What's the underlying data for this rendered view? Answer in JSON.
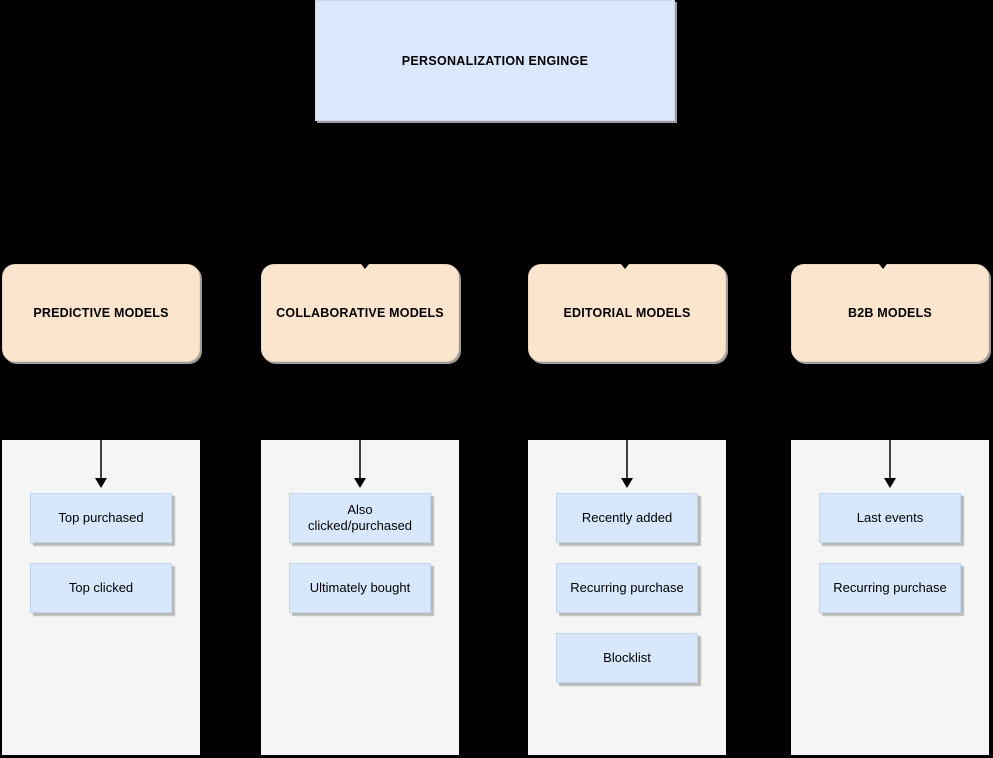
{
  "diagram": {
    "root_label": "PERSONALIZATION ENGINGE",
    "columns": [
      {
        "header": "PREDICTIVE MODELS",
        "items": [
          "Top purchased",
          "Top clicked"
        ]
      },
      {
        "header": "COLLABORATIVE MODELS",
        "items": [
          "Also\nclicked/purchased",
          "Ultimately bought"
        ]
      },
      {
        "header": "EDITORIAL MODELS",
        "items": [
          "Recently added",
          "Recurring purchase",
          "Blocklist"
        ]
      },
      {
        "header": "B2B MODELS",
        "items": [
          "Last events",
          "Recurring purchase"
        ]
      }
    ],
    "colors": {
      "background": "#000000",
      "root_fill": "#dbe8fb",
      "category_fill": "#fce5cd",
      "item_fill": "#d8e8fc",
      "panel_fill": "#f5f5f5",
      "text": "#000000",
      "arrow_line": "#3f3f3f",
      "arrow_head": "#000000",
      "shadow": "#9c9c9c"
    }
  }
}
